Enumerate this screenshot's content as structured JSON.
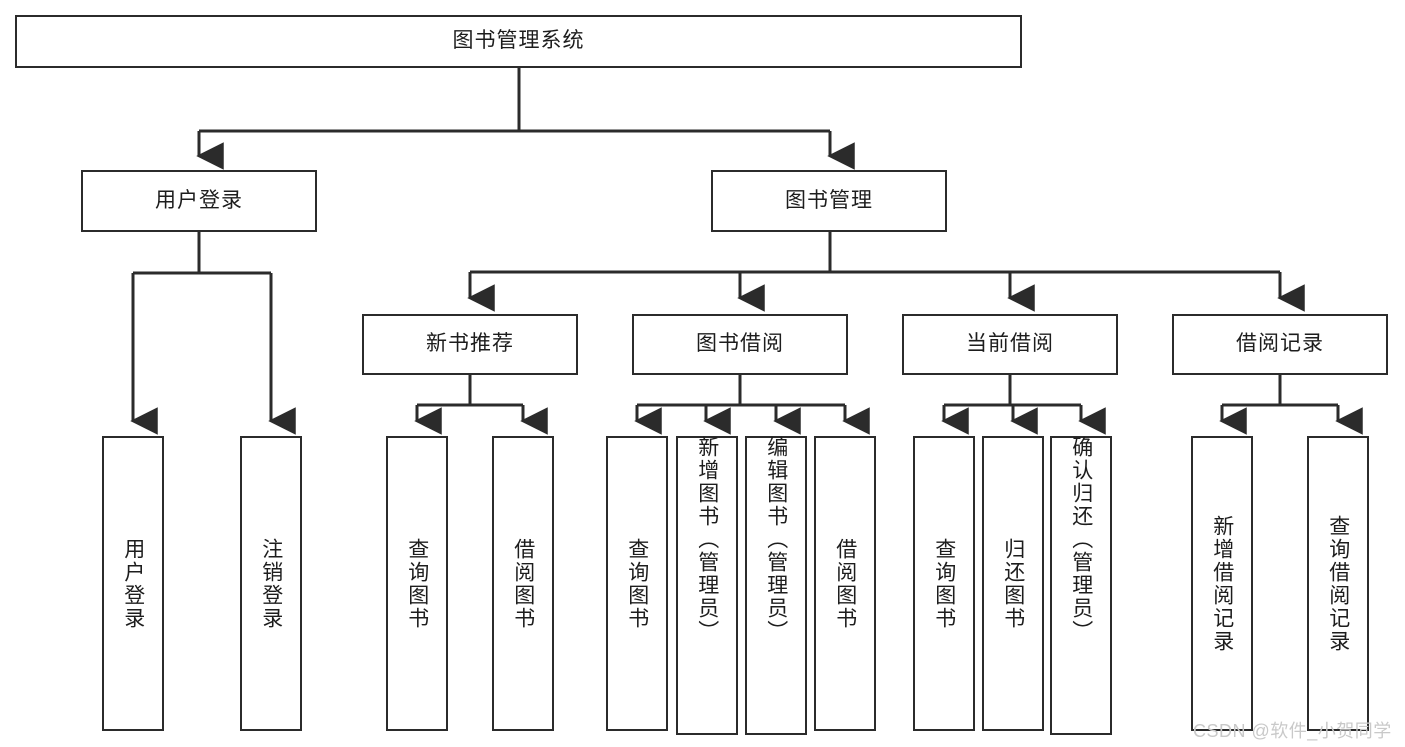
{
  "diagram": {
    "title": "图书管理系统",
    "type": "tree-hierarchy-chart",
    "root": {
      "label": "图书管理系统"
    },
    "level2": [
      {
        "label": "用户登录"
      },
      {
        "label": "图书管理"
      }
    ],
    "level3": [
      {
        "label": "新书推荐"
      },
      {
        "label": "图书借阅"
      },
      {
        "label": "当前借阅"
      },
      {
        "label": "借阅记录"
      }
    ],
    "leaves": {
      "user_login": [
        {
          "label": "用户登录"
        },
        {
          "label": "注销登录"
        }
      ],
      "new_book_recommend": [
        {
          "label": "查询图书"
        },
        {
          "label": "借阅图书"
        }
      ],
      "book_borrow": [
        {
          "label": "查询图书"
        },
        {
          "label": "新增图书（管理员）"
        },
        {
          "label": "编辑图书（管理员）"
        },
        {
          "label": "借阅图书"
        }
      ],
      "current_borrow": [
        {
          "label": "查询图书"
        },
        {
          "label": "归还图书"
        },
        {
          "label": "确认归还（管理员）"
        }
      ],
      "borrow_record": [
        {
          "label": "新增借阅记录"
        },
        {
          "label": "查询借阅记录"
        }
      ]
    }
  },
  "watermark": {
    "text": "CSDN @软件_小贺同学"
  },
  "colors": {
    "stroke": "#2b2b2b",
    "fill": "#ffffff",
    "text": "#1d1d1d",
    "watermark": "#c9c9c9"
  }
}
